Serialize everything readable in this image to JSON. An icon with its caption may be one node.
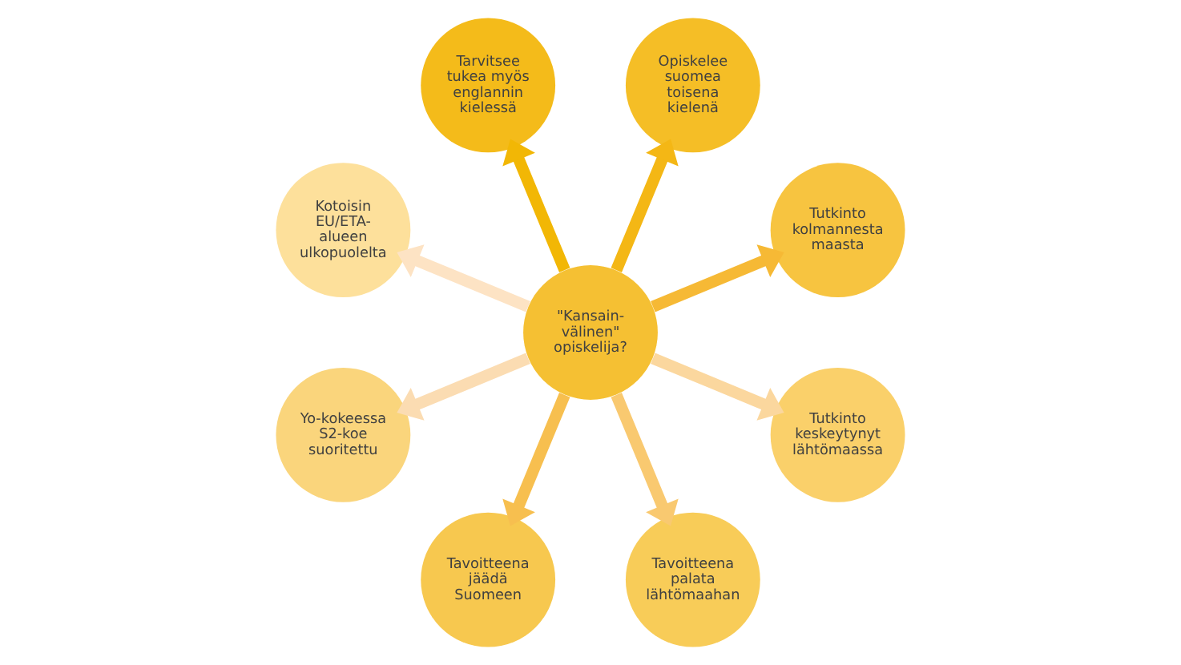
{
  "diagram": {
    "nodes": [
      {
        "text": [
          "Tarvitsee tukea myös englannin kielessä"
        ]
      },
      {
        "text": [
          "Kotoisin EU/ETA- alueen ulkopuolelta"
        ]
      },
      {
        "text": [
          "Opiskelee suomea toisena kielenä"
        ]
      },
      {
        "text": [
          "Yo-kokeessa S2-koe suoritettu"
        ]
      },
      {
        "text": [
          "\"Kansain- välinen\" opiskelija?"
        ]
      },
      {
        "text": [
          "Tutkinto kolmannesta maasta"
        ]
      },
      {
        "text": [
          "Tavoitteena jäädä Suomeen"
        ]
      },
      {
        "text": [
          "Tutkinto keskeytynyt lähtömaassa"
        ]
      },
      {
        "text": [
          "Tavoitteena palata lähtömaahan"
        ]
      }
    ],
    "edges": [
      {
        "from": 4,
        "to": 0,
        "arrow": "to",
        "color": "#f2b705"
      },
      {
        "from": 4,
        "to": 2,
        "arrow": "to",
        "color": "#f4b715"
      },
      {
        "from": 4,
        "to": 5,
        "arrow": "to",
        "color": "#f6b935"
      },
      {
        "from": 4,
        "to": 7,
        "arrow": "to",
        "color": "#fbd79e"
      },
      {
        "from": 4,
        "to": 8,
        "arrow": "to",
        "color": "#f9c970"
      },
      {
        "from": 4,
        "to": 6,
        "arrow": "to",
        "color": "#f7bf4f"
      },
      {
        "from": 4,
        "to": 3,
        "arrow": "to",
        "color": "#fbdcb2"
      },
      {
        "from": 4,
        "to": 1,
        "arrow": "to",
        "color": "#fde3c4"
      }
    ]
  }
}
